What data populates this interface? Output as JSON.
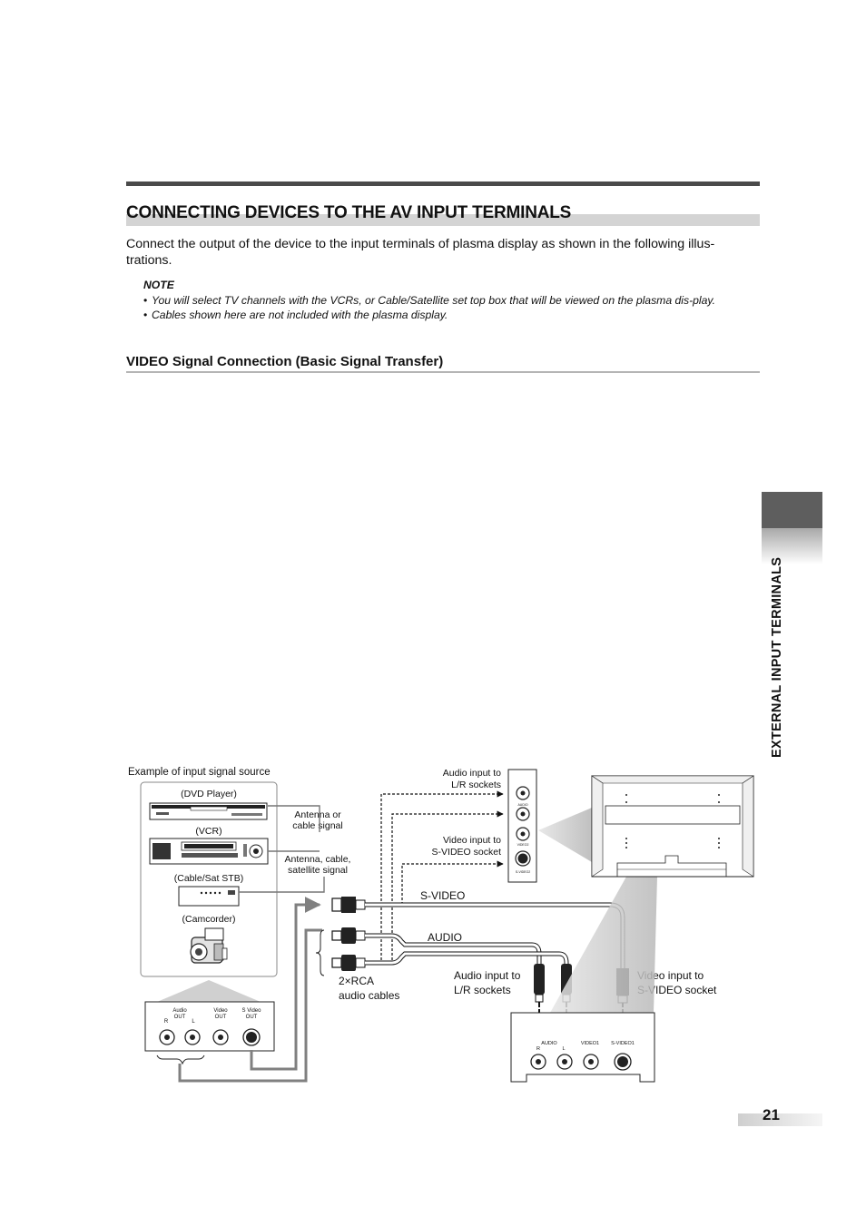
{
  "header": {
    "title": "CONNECTING DEVICES TO THE AV INPUT TERMINALS",
    "intro": "Connect the output of the device to the input terminals of plasma display as shown in the following illus-trations."
  },
  "note": {
    "label": "NOTE",
    "items": [
      "You will select TV channels with the VCRs, or Cable/Satellite set top box that will be viewed on the plasma dis-play.",
      "Cables shown here are not included with the plasma display."
    ]
  },
  "section": {
    "title": "VIDEO Signal Connection (Basic Signal Transfer)"
  },
  "side_tab": {
    "label": "EXTERNAL INPUT TERMINALS"
  },
  "page": {
    "number": "21"
  },
  "diagram": {
    "source_title": "Example of input signal source",
    "dvd_label": "(DVD Player)",
    "vcr_label": "(VCR)",
    "stb_label": "(Cable/Sat STB)",
    "camcorder_label": "(Camcorder)",
    "antenna1_line1": "Antenna or",
    "antenna1_line2": "cable signal",
    "antenna2_line1": "Antenna, cable,",
    "antenna2_line2": "satellite signal",
    "side_audio_line1": "Audio input to",
    "side_audio_line2": "L/R sockets",
    "side_svideo_line1": "Video input to",
    "side_svideo_line2": "S-VIDEO socket",
    "svideo_cable": "S-VIDEO",
    "audio_cable": "AUDIO",
    "rca_line1": "2×RCA",
    "rca_line2": "audio cables",
    "rear_audio_line1": "Audio input to",
    "rear_audio_line2": "L/R sockets",
    "rear_svideo_line1": "Video input to",
    "rear_svideo_line2": "S-VIDEO socket",
    "cam_panel": {
      "audio_l1": "Audio",
      "audio_l2": "OUT",
      "video_l1": "Video",
      "video_l2": "OUT",
      "svideo_l1": "S Video",
      "svideo_l2": "OUT",
      "r": "R",
      "l": "L"
    },
    "rear_panel": {
      "audio": "AUDIO",
      "r": "R",
      "l": "L",
      "video1": "VIDEO1",
      "svideo1": "S-VIDEO1"
    },
    "side_panel": {
      "audio": "AUDIO",
      "video2": "VIDEO2",
      "svideo2": "S-VIDEO2"
    }
  }
}
